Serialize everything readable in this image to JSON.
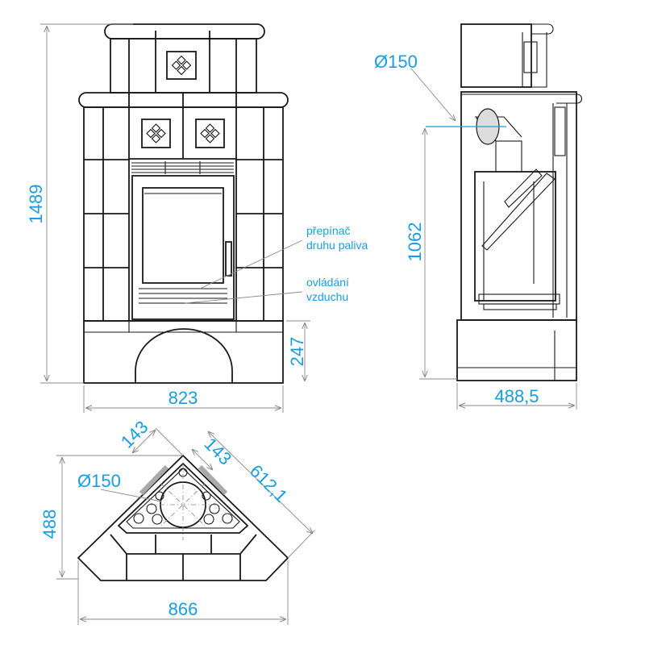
{
  "colors": {
    "dimension": "#1a9de0",
    "line": "#1a1a1a"
  },
  "front_view": {
    "height_dim": "1489",
    "width_dim": "823",
    "base_height_dim": "247",
    "label_fuel_switch": [
      "přepínač",
      "druhu paliva"
    ],
    "label_air_control": [
      "ovládání",
      "vzduchu"
    ]
  },
  "side_view": {
    "flue_dim": "Ø150",
    "flue_height_dim": "1062",
    "depth_dim": "488,5"
  },
  "plan_view": {
    "side_offset_left": "143",
    "side_offset_right": "143",
    "flue_dim": "Ø150",
    "side_length_dim": "612,1",
    "depth_dim": "488",
    "width_dim": "866"
  }
}
